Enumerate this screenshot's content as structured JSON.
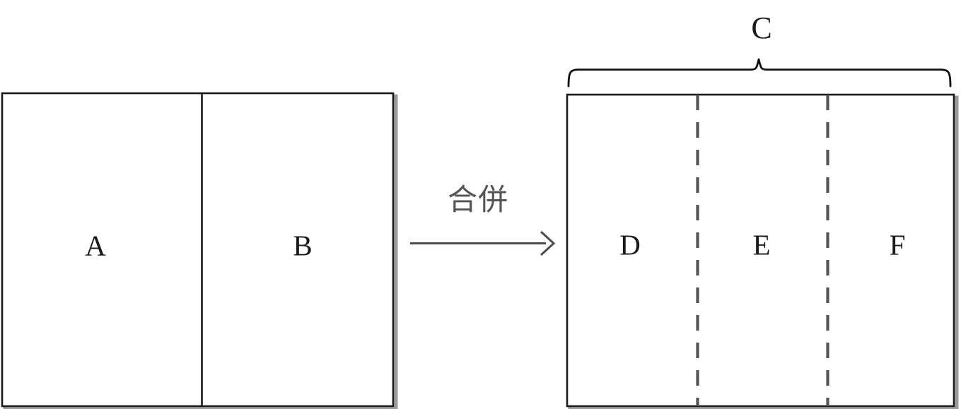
{
  "diagram": {
    "title_text": "",
    "colors": {
      "stroke": "#1a1a1a",
      "shadow": "#9a9a9a",
      "dashed": "#555555",
      "arrow": "#4d4d4d",
      "text": "#1a1a1a",
      "annotation_text": "#666666",
      "background": "#ffffff"
    },
    "left_group": {
      "name": "source-rectangle",
      "cells": [
        {
          "id": "cell-a",
          "label": "A"
        },
        {
          "id": "cell-b",
          "label": "B"
        }
      ],
      "divider_style": "solid"
    },
    "transition": {
      "label": "合併",
      "arrow_glyph": "→",
      "direction": "right"
    },
    "right_group": {
      "name": "merged-rectangle",
      "brace_label": "C",
      "cells": [
        {
          "id": "cell-d",
          "label": "D"
        },
        {
          "id": "cell-e",
          "label": "E"
        },
        {
          "id": "cell-f",
          "label": "F"
        }
      ],
      "divider_style": "dashed"
    }
  }
}
